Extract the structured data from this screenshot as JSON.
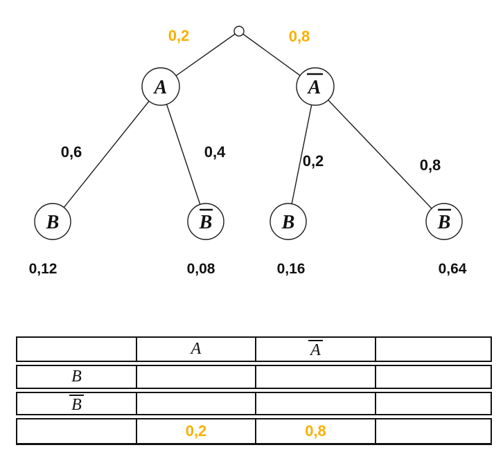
{
  "colors": {
    "accent": "#F9B000",
    "ink": "#1A1A1A"
  },
  "tree": {
    "branches": [
      {
        "from": "root",
        "to": "A",
        "probability": "0,2",
        "accent": true
      },
      {
        "from": "root",
        "to": "A-bar",
        "probability": "0,8",
        "accent": true
      },
      {
        "from": "A",
        "to": "B",
        "probability": "0,6",
        "accent": false
      },
      {
        "from": "A",
        "to": "B-bar",
        "probability": "0,4",
        "accent": false
      },
      {
        "from": "A-bar",
        "to": "B",
        "probability": "0,2",
        "accent": false
      },
      {
        "from": "A-bar",
        "to": "B-bar",
        "probability": "0,8",
        "accent": false
      }
    ],
    "nodes": [
      {
        "label": "A",
        "negated": false
      },
      {
        "label": "A",
        "negated": true
      },
      {
        "label": "B",
        "negated": false
      },
      {
        "label": "B",
        "negated": true
      },
      {
        "label": "B",
        "negated": false
      },
      {
        "label": "B",
        "negated": true
      }
    ],
    "leaf_probabilities": [
      "0,12",
      "0,08",
      "0,16",
      "0,64"
    ]
  },
  "table": {
    "columns": [
      {
        "header": "",
        "negated": false,
        "total": ""
      },
      {
        "header": "A",
        "negated": false,
        "total": "0,2"
      },
      {
        "header": "A",
        "negated": true,
        "total": "0,8"
      },
      {
        "header": "",
        "negated": false,
        "total": ""
      }
    ],
    "row_labels": [
      {
        "label": "B",
        "negated": false
      },
      {
        "label": "B",
        "negated": true
      }
    ]
  }
}
